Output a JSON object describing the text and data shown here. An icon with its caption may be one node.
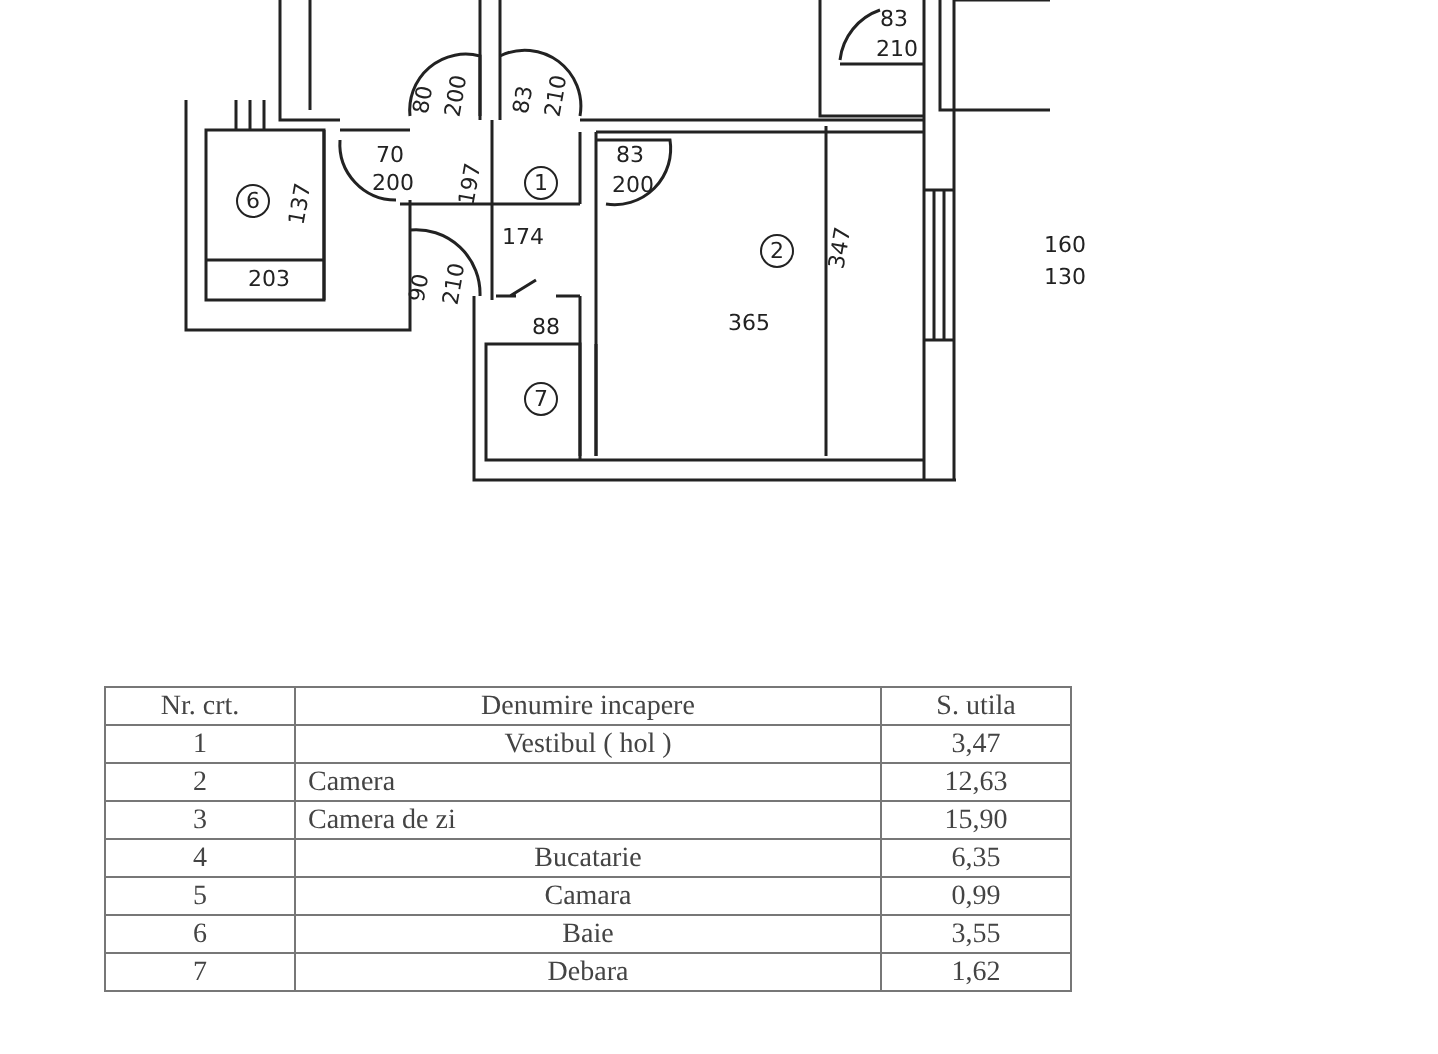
{
  "diagram": {
    "labels": [
      "6",
      "137",
      "203",
      "70",
      "200",
      "80",
      "200",
      "83",
      "210",
      "197",
      "1",
      "83",
      "200",
      "174",
      "90",
      "210",
      "88",
      "7",
      "2",
      "347",
      "365",
      "83",
      "210",
      "160",
      "130",
      "Nr. crt.",
      "Denumire incapere",
      "S. utila",
      "1",
      "Vestibul ( hol )",
      "3,47",
      "2",
      "Camera",
      "12,63",
      "3",
      "Camera de zi",
      "15,90",
      "4",
      "Bucatarie",
      "6,35",
      "5",
      "Camara",
      "0,99",
      "6",
      "Baie",
      "3,55",
      "7",
      "Debara",
      "1,62"
    ]
  }
}
